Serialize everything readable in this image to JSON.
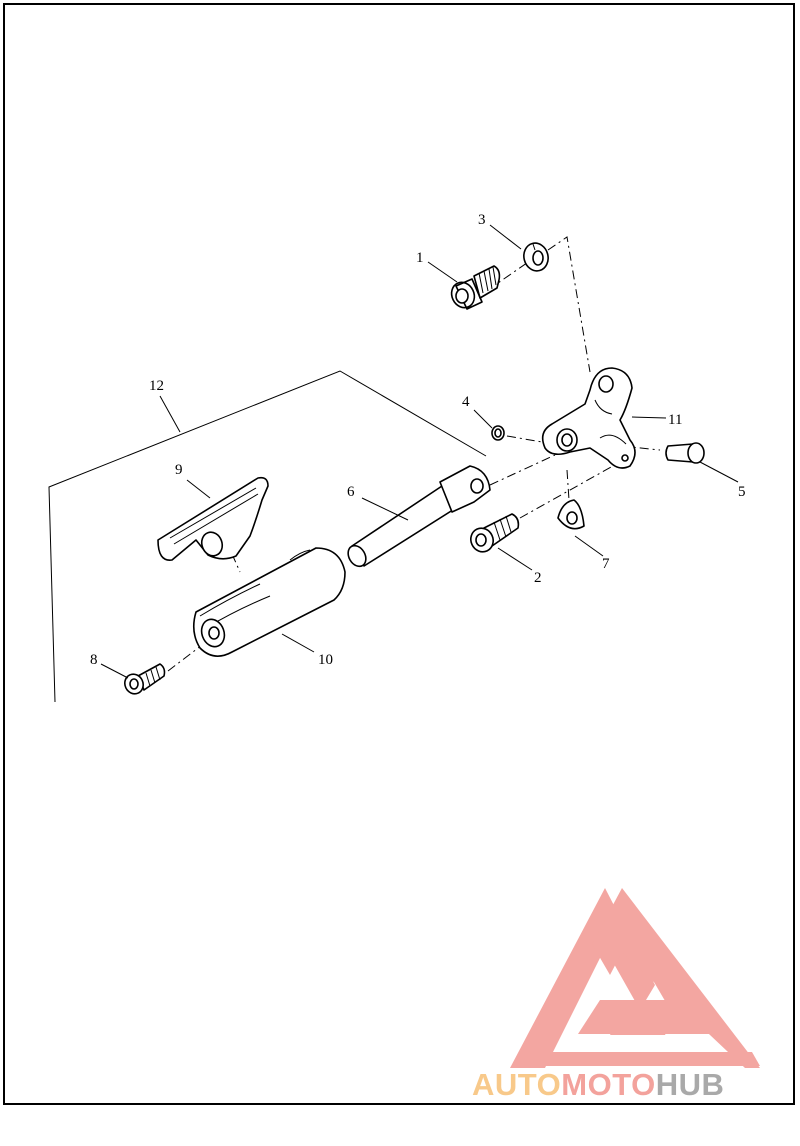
{
  "callouts": {
    "c1": "1",
    "c2": "2",
    "c3": "3",
    "c4": "4",
    "c5": "5",
    "c6": "6",
    "c7": "7",
    "c8": "8",
    "c9": "9",
    "c10": "10",
    "c11": "11",
    "c12": "12"
  },
  "watermark": {
    "part1": "AUTO",
    "part2": "MOTO",
    "part3": "HUB",
    "color_logo": "#f3a29c",
    "color_auto": "#f8c98a",
    "color_moto": "#f3a29c",
    "color_hub": "#a9a9a9"
  }
}
